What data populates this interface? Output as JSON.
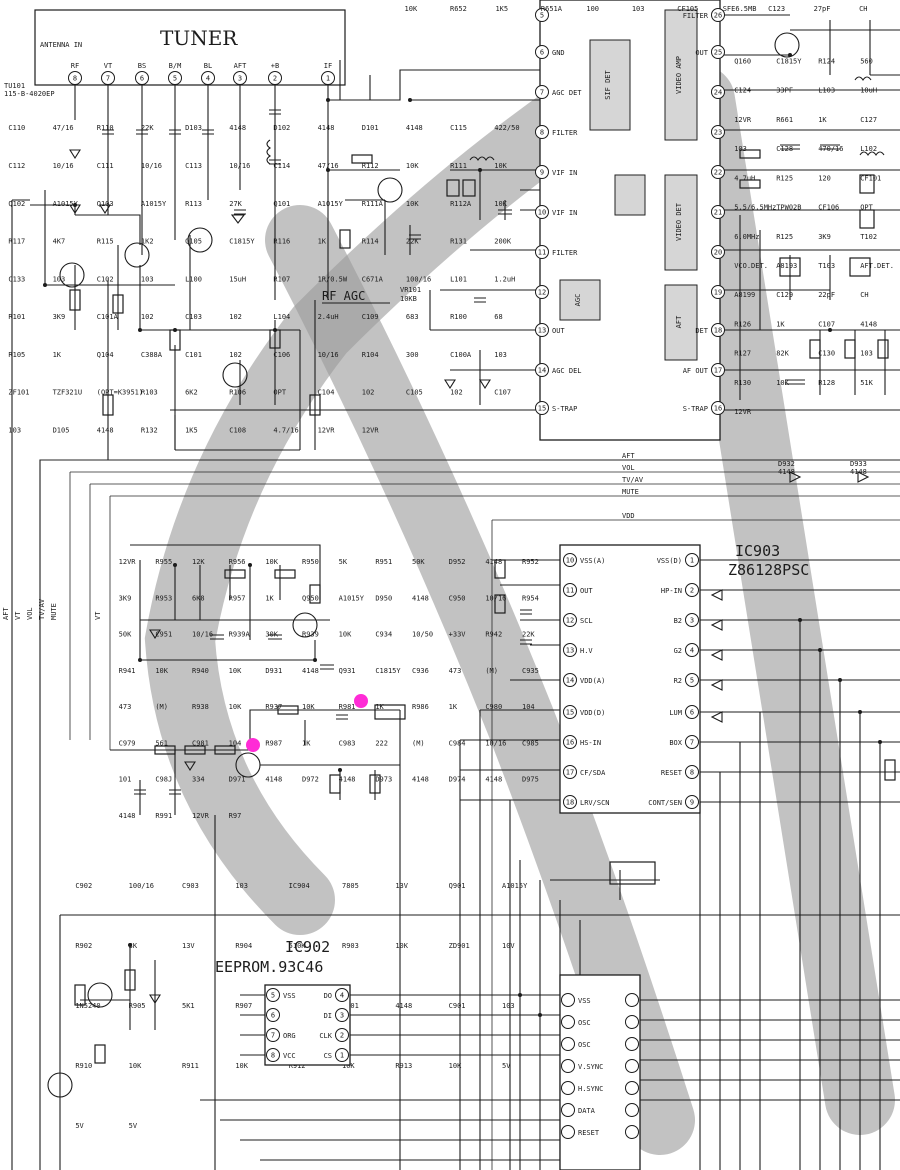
{
  "tuner": {
    "title": "TUNER",
    "antenna": "ANTENNA IN",
    "pins": [
      {
        "n": "8",
        "label": "RF"
      },
      {
        "n": "7",
        "label": "VT"
      },
      {
        "n": "6",
        "label": "BS"
      },
      {
        "n": "5",
        "label": "B/M"
      },
      {
        "n": "4",
        "label": "BL"
      },
      {
        "n": "3",
        "label": "AFT"
      },
      {
        "n": "2",
        "label": "+B"
      },
      {
        "n": "1",
        "label": "IF"
      }
    ],
    "part": [
      "TU101",
      "115-B-4020EP"
    ]
  },
  "header_labels": [
    "10K",
    "R652",
    "1K5",
    "R651A",
    "100",
    "103",
    "CF105",
    "SFE6.5MB",
    "C123",
    "27pF",
    "CH"
  ],
  "ic_if": {
    "pins_left": [
      {
        "n": "5",
        "label": ""
      },
      {
        "n": "6",
        "label": "GND"
      },
      {
        "n": "7",
        "label": "AGC DET"
      },
      {
        "n": "8",
        "label": "FILTER"
      },
      {
        "n": "9",
        "label": "VIF IN"
      },
      {
        "n": "10",
        "label": "VIF IN"
      },
      {
        "n": "11",
        "label": "FILTER"
      },
      {
        "n": "12",
        "label": ""
      },
      {
        "n": "13",
        "label": "OUT"
      },
      {
        "n": "14",
        "label": "AGC DEL"
      },
      {
        "n": "15",
        "label": "S-TRAP"
      }
    ],
    "pins_right": [
      {
        "n": "26",
        "label": "FILTER"
      },
      {
        "n": "25",
        "label": "OUT"
      },
      {
        "n": "24",
        "label": ""
      },
      {
        "n": "23",
        "label": ""
      },
      {
        "n": "22",
        "label": ""
      },
      {
        "n": "21",
        "label": ""
      },
      {
        "n": "20",
        "label": ""
      },
      {
        "n": "19",
        "label": ""
      },
      {
        "n": "18",
        "label": "DET"
      },
      {
        "n": "17",
        "label": "AF OUT"
      },
      {
        "n": "16",
        "label": "S-TRAP"
      }
    ],
    "blocks": [
      "VIDEO AMP",
      "VIDEO DET",
      "AFT",
      "SIF DET",
      "AGC"
    ]
  },
  "rf_agc": {
    "label": "RF AGC",
    "vr": "VR101",
    "vr_val": "10KB"
  },
  "labels_top_left": [
    "C110",
    "47/16",
    "R110",
    "22K",
    "D103",
    "4148",
    "D102",
    "4148",
    "D101",
    "4148",
    "C115",
    "422/50",
    "C112",
    "10/16",
    "C111",
    "10/16",
    "C113",
    "10/16",
    "C114",
    "47/16",
    "R112",
    "10K",
    "R111",
    "10K",
    "Q102",
    "A1015Y",
    "Q103",
    "A1015Y",
    "R113",
    "27K",
    "Q101",
    "A1015Y",
    "R111A",
    "10K",
    "R112A",
    "10K",
    "R117",
    "4K7",
    "R115",
    "1K2",
    "Q105",
    "C1815Y",
    "R116",
    "1K",
    "R114",
    "22K",
    "R131",
    "200K",
    "C133",
    "103",
    "C102",
    "103",
    "L100",
    "15uH",
    "R107",
    "1R/0.5W",
    "C671A",
    "100/16",
    "L101",
    "1.2uH",
    "R101",
    "3K9",
    "C101A",
    "102",
    "C103",
    "102",
    "L104",
    "2.4uH",
    "C109",
    "683",
    "R100",
    "68",
    "R105",
    "1K",
    "Q104",
    "C388A",
    "C101",
    "102",
    "C106",
    "10/16",
    "R104",
    "300",
    "C100A",
    "103",
    "ZF101",
    "TZF321U",
    "(OPT=K3951)",
    "R103",
    "6K2",
    "R106",
    "OPT",
    "C104",
    "102",
    "C105",
    "102",
    "C107",
    "103",
    "D105",
    "4148",
    "R132",
    "1K5",
    "C108",
    "4.7/16",
    "12VR",
    "12VR"
  ],
  "labels_top_right": [
    "Q160",
    "C1815Y",
    "R124",
    "560",
    "C124",
    "33PF",
    "L103",
    "10uH",
    "12VR",
    "R661",
    "1K",
    "C127",
    "103",
    "C128",
    "470/16",
    "L102",
    "4.7uH",
    "R125",
    "120",
    "CF101",
    "5.5/6.5MHz",
    "TPW02B",
    "CF106",
    "OPT",
    "6.0MHz",
    "R125",
    "3K9",
    "T102",
    "VCO.DET.",
    "A8193",
    "T103",
    "AFT.DET.",
    "A8199",
    "C129",
    "22pF",
    "CH",
    "R126",
    "1K",
    "C107",
    "4148",
    "R127",
    "82K",
    "C130",
    "103",
    "R130",
    "10K",
    "R128",
    "51K",
    "12VR"
  ],
  "bus": [
    "AFT",
    "VOL",
    "TV/AV",
    "MUTE",
    "VDD"
  ],
  "bus_parts": [
    "D932",
    "4148",
    "D933",
    "4148"
  ],
  "ic903": {
    "name": "IC903",
    "part": "Z86128PSC",
    "pins_left": [
      {
        "n": "10",
        "label": "VSS(A)"
      },
      {
        "n": "11",
        "label": "OUT"
      },
      {
        "n": "12",
        "label": "SCL"
      },
      {
        "n": "13",
        "label": "H.V"
      },
      {
        "n": "14",
        "label": "VDD(A)"
      },
      {
        "n": "15",
        "label": "VDD(D)"
      },
      {
        "n": "16",
        "label": "HS-IN"
      },
      {
        "n": "17",
        "label": "CF/SDA"
      },
      {
        "n": "18",
        "label": "LRV/SCN"
      }
    ],
    "pins_right": [
      {
        "n": "1",
        "label": "VSS(D)"
      },
      {
        "n": "2",
        "label": "HP-IN"
      },
      {
        "n": "3",
        "label": "B2"
      },
      {
        "n": "4",
        "label": "G2"
      },
      {
        "n": "5",
        "label": "R2"
      },
      {
        "n": "6",
        "label": "LUM"
      },
      {
        "n": "7",
        "label": "BOX"
      },
      {
        "n": "8",
        "label": "RESET"
      },
      {
        "n": "9",
        "label": "CONT/SEN"
      }
    ]
  },
  "labels_mid": [
    "12VR",
    "R955",
    "12K",
    "R956",
    "10K",
    "R950",
    "5K",
    "R951",
    "50K",
    "D952",
    "4148",
    "R952",
    "3K9",
    "R953",
    "6K8",
    "R957",
    "1K",
    "Q950",
    "A1015Y",
    "D950",
    "4148",
    "C950",
    "10/16",
    "R954",
    "50K",
    "C951",
    "10/16",
    "R939A",
    "30K",
    "R939",
    "10K",
    "C934",
    "10/50",
    "+33V",
    "R942",
    "22K",
    "R941",
    "10K",
    "R940",
    "10K",
    "D931",
    "4148",
    "Q931",
    "C1815Y",
    "C936",
    "473",
    "(M)",
    "C935",
    "473",
    "(M)",
    "R938",
    "10K",
    "R937",
    "10K",
    "R981",
    "1K",
    "R986",
    "1K",
    "C980",
    "104",
    "C979",
    "561",
    "C981",
    "104",
    "R987",
    "1K",
    "C983",
    "222",
    "(M)",
    "C984",
    "10/16",
    "C985",
    "101",
    "C98J",
    "334",
    "D971",
    "4148",
    "D972",
    "4148",
    "D973",
    "4148",
    "D974",
    "4148",
    "D975",
    "4148",
    "R991",
    "12VR",
    "R97"
  ],
  "left_vertical": [
    "AFT",
    "VT",
    "VOL",
    "TV/AV",
    "MUTE",
    "VT"
  ],
  "ic902": {
    "name": "IC902",
    "part": "EEPROM.93C46",
    "pins_left": [
      {
        "n": "5",
        "label": "VSS"
      },
      {
        "n": "6",
        "label": ""
      },
      {
        "n": "7",
        "label": "ORG"
      },
      {
        "n": "8",
        "label": "VCC"
      }
    ],
    "pins_right": [
      {
        "n": "4",
        "label": "DO"
      },
      {
        "n": "3",
        "label": "DI"
      },
      {
        "n": "2",
        "label": "CLK"
      },
      {
        "n": "1",
        "label": "CS"
      }
    ]
  },
  "labels_bottom": [
    "C902",
    "100/16",
    "C903",
    "103",
    "IC904",
    "7805",
    "13V",
    "Q901",
    "A1015Y",
    "R902",
    "3K",
    "13V",
    "R904",
    "510K",
    "R903",
    "10K",
    "ZD901",
    "10V",
    "1N5240",
    "R905",
    "5K1",
    "R907",
    "5K1",
    "D901",
    "4148",
    "C901",
    "103",
    "R910",
    "10K",
    "R911",
    "10K",
    "R912",
    "10K",
    "R913",
    "10K",
    "5V",
    "5V",
    "5V"
  ],
  "bottom_mcu_pins": [
    "VSS",
    "OSC",
    "OSC",
    "V.SYNC",
    "H.SYNC",
    "DATA",
    "RESET"
  ],
  "colors": {
    "ink": "#1c1c1c",
    "watermark": "#9a9a9a",
    "marker": "#ff2bd6"
  }
}
